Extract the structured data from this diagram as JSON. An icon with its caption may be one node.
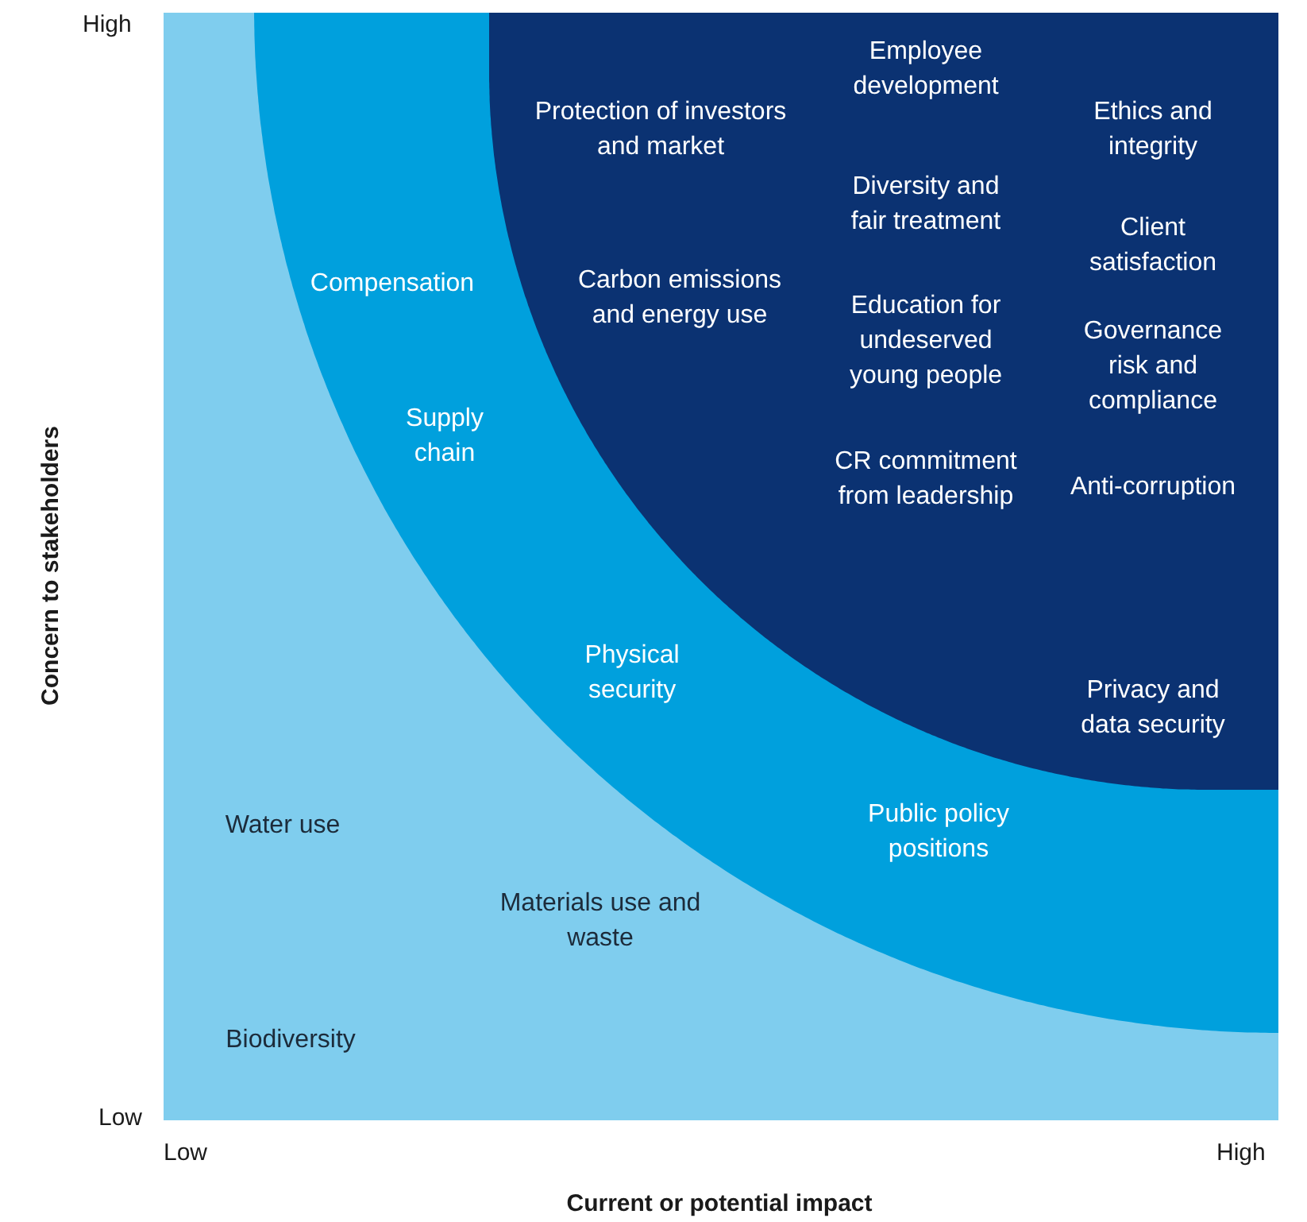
{
  "diagram": {
    "nodes": [
      {
        "text": [
          "Water use",
          "Materials use and waste",
          "Biodiversity"
        ]
      },
      {
        "text": [
          "Compensation",
          "Supply chain",
          "Physical security",
          "Public policy positions"
        ],
        "in": 0
      },
      {
        "text": [
          "Protection of investors and market",
          "Carbon emissions and energy use",
          "Employee development",
          "Diversity and fair treatment",
          "Education for undeserved young people",
          "CR commitment from leadership",
          "Ethics and integrity",
          "Client satisfaction",
          "Governance risk and compliance",
          "Anti-corruption",
          "Privacy and data security"
        ],
        "in": 1
      }
    ],
    "edges": [],
    "labels": [
      "High",
      "Concern to stakeholders",
      "Low",
      "Low",
      "High",
      "Current or potential impact"
    ]
  }
}
